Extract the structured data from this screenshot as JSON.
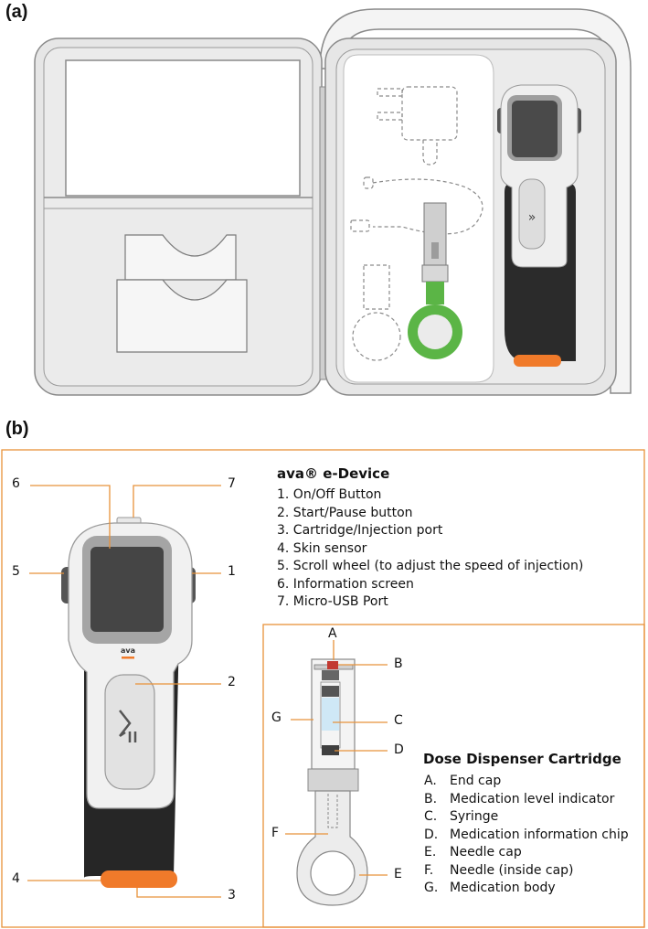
{
  "panel_a": {
    "label": "(a)"
  },
  "panel_b": {
    "label": "(b)"
  },
  "device": {
    "title": "ava® e-Device",
    "items": [
      "1. On/Off Button",
      "2. Start/Pause button",
      "3. Cartridge/Injection port",
      "4. Skin sensor",
      "5. Scroll wheel (to adjust the speed of injection)",
      "6. Information screen",
      "7. Micro-USB Port"
    ],
    "callouts": [
      "6",
      "7",
      "5",
      "1",
      "2",
      "4",
      "3"
    ],
    "logo": "ava"
  },
  "cartridge": {
    "title": "Dose Dispenser Cartridge",
    "items": [
      {
        "key": "A.",
        "text": "End cap"
      },
      {
        "key": "B.",
        "text": "Medication level indicator"
      },
      {
        "key": "C.",
        "text": "Syringe"
      },
      {
        "key": "D.",
        "text": "Medication information chip"
      },
      {
        "key": "E.",
        "text": "Needle cap"
      },
      {
        "key": "F.",
        "text": "Needle (inside cap)"
      },
      {
        "key": "G.",
        "text": "Medication body"
      }
    ],
    "callouts": [
      "A",
      "B",
      "C",
      "D",
      "E",
      "F",
      "G"
    ]
  },
  "colors": {
    "accent": "#e8923a",
    "device_body": "#2b2b2b",
    "skin_sensor": "#f07a2a",
    "cartridge_green": "#5bb546",
    "outline": "#7a7a7a"
  }
}
